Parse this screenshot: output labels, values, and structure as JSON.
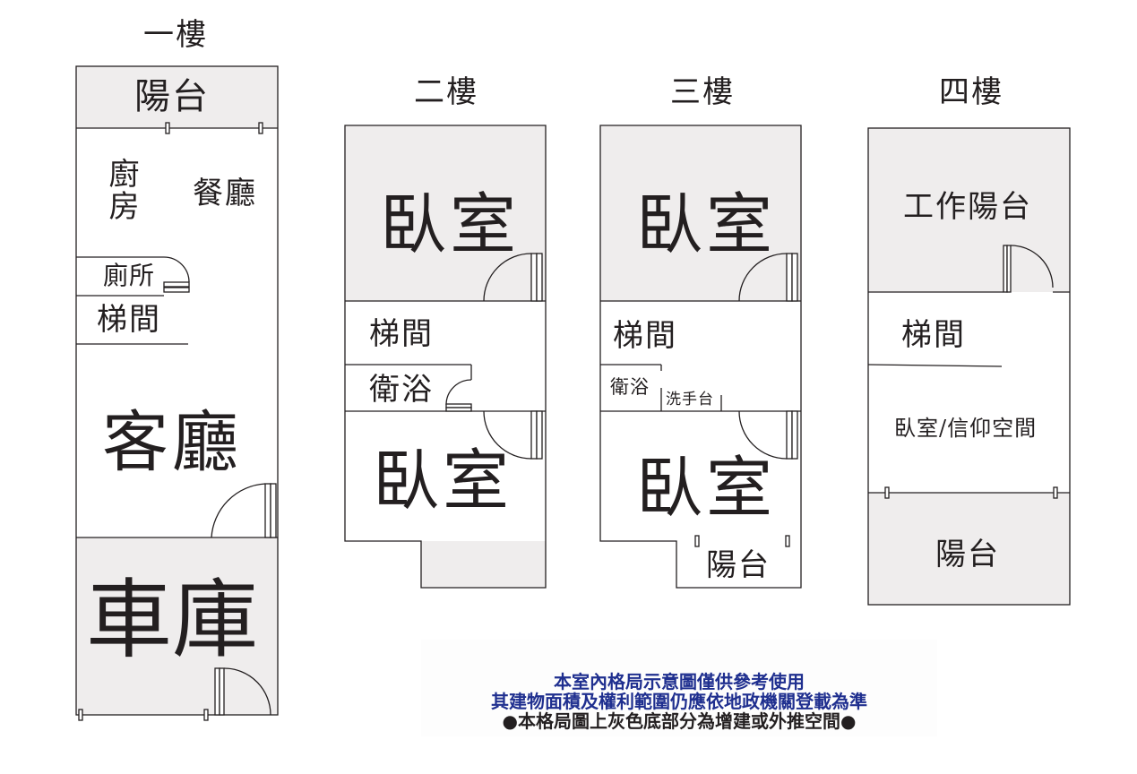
{
  "colors": {
    "line": "#231f20",
    "extension_fill": "#efeded",
    "notice_blue": "#1f2f8f",
    "notice_black": "#231f20"
  },
  "floors": {
    "f1": {
      "title": "一樓",
      "rooms": {
        "balcony": "陽台",
        "kitchen": "廚房",
        "dining": "餐廳",
        "toilet": "廁所",
        "stairs": "梯間",
        "living": "客廳",
        "garage": "車庫"
      }
    },
    "f2": {
      "title": "二樓",
      "rooms": {
        "bedroom_front": "臥室",
        "stairs": "梯間",
        "bath": "衛浴",
        "bedroom_back": "臥室"
      }
    },
    "f3": {
      "title": "三樓",
      "rooms": {
        "bedroom_front": "臥室",
        "stairs": "梯間",
        "bath": "衛浴",
        "sink": "洗手台",
        "bedroom_back": "臥室",
        "balcony": "陽台"
      }
    },
    "f4": {
      "title": "四樓",
      "rooms": {
        "work_balcony": "工作陽台",
        "stairs": "梯間",
        "bedroom_faith": "臥室/信仰空間",
        "balcony": "陽台"
      }
    }
  },
  "notice": {
    "line1": "本室內格局示意圖僅供參考使用",
    "line2": "其建物面積及權利範圍仍應依地政機關登載為準",
    "line3": "●本格局圖上灰色底部分為增建或外推空間●"
  }
}
